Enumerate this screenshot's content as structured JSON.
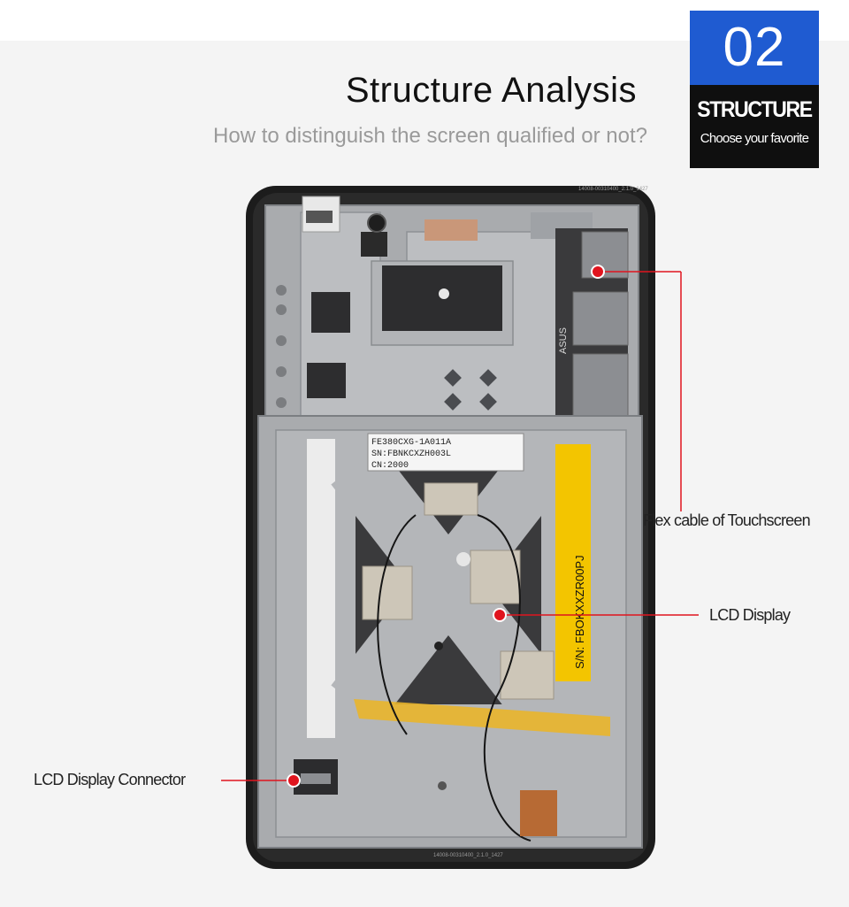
{
  "header": {
    "title": "Structure Analysis",
    "subtitle": "How to distinguish the screen qualified or not?"
  },
  "badge": {
    "number": "02",
    "title": "STRUCTURE",
    "subtitle": "Choose your favorite",
    "accent_color": "#1f5bd1"
  },
  "device_stickers": {
    "model_line1": "FE380CXG-1A011A",
    "model_line2": "SN:FBNKCXZH003L",
    "model_line3": "CN:2000",
    "yellow_sn": "S/N: FBOKXXZR00PJ",
    "top_code": "14008-00310400_2.1.0_1427",
    "bottom_code": "14008-00310400_2.1.0_1427",
    "flex_brand": "ASUS"
  },
  "callouts": {
    "flex_cable": "Flex cable of Touchscreen",
    "lcd_display": "LCD Display",
    "lcd_connector": "LCD Display Connector",
    "marker_color": "#e0141e"
  }
}
